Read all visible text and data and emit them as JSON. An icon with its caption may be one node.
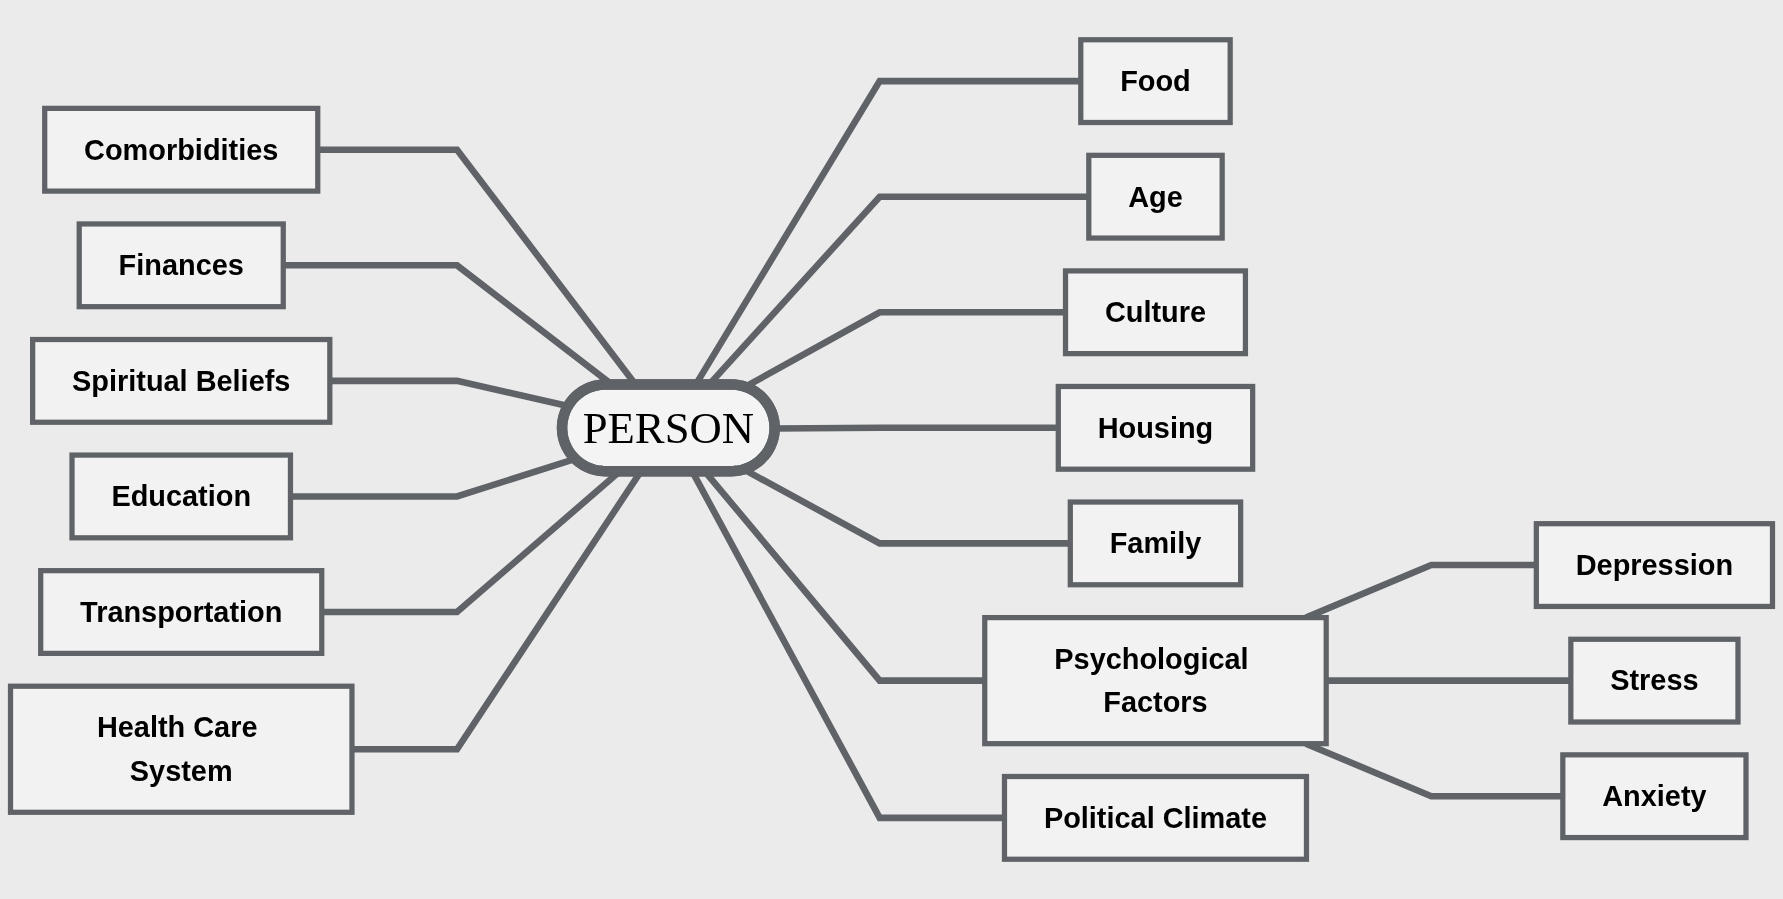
{
  "diagram": {
    "nodes": [
      {
        "text": [
          "PERSON"
        ]
      },
      {
        "text": [
          "Food"
        ]
      },
      {
        "text": [
          "Comorbidities"
        ]
      },
      {
        "text": [
          "Finances"
        ]
      },
      {
        "text": [
          "Age"
        ]
      },
      {
        "text": [
          "Culture"
        ]
      },
      {
        "text": [
          "Housing"
        ]
      },
      {
        "text": [
          "Spiritual Beliefs"
        ]
      },
      {
        "text": [
          "Family"
        ]
      },
      {
        "text": [
          "Education"
        ]
      },
      {
        "text": [
          "Depression"
        ]
      },
      {
        "text": [
          "Transportation"
        ]
      },
      {
        "text": [
          "Psychological Factors"
        ]
      },
      {
        "text": [
          "Political Climate"
        ]
      },
      {
        "text": [
          "Health Care System"
        ]
      },
      {
        "text": [
          "Stress"
        ]
      },
      {
        "text": [
          "Anxiety"
        ]
      }
    ],
    "edges": [
      {
        "from": 2,
        "to": 0,
        "arrow": "none"
      },
      {
        "from": 3,
        "to": 0,
        "arrow": "none"
      },
      {
        "from": 0,
        "to": 1,
        "arrow": "none"
      },
      {
        "from": 0,
        "to": 4,
        "arrow": "none"
      },
      {
        "from": 0,
        "to": 5,
        "arrow": "none"
      },
      {
        "from": 0,
        "to": 6,
        "arrow": "none"
      },
      {
        "from": 7,
        "to": 0,
        "arrow": "none"
      },
      {
        "from": 0,
        "to": 8,
        "arrow": "none"
      },
      {
        "from": 9,
        "to": 0,
        "arrow": "none"
      },
      {
        "from": 11,
        "to": 0,
        "arrow": "none"
      },
      {
        "from": 0,
        "to": 12,
        "arrow": "none"
      },
      {
        "from": 0,
        "to": 13,
        "arrow": "none"
      },
      {
        "from": 14,
        "to": 0,
        "arrow": "none"
      },
      {
        "from": 12,
        "to": 10,
        "arrow": "none"
      },
      {
        "from": 12,
        "to": 15,
        "arrow": "none"
      },
      {
        "from": 12,
        "to": 16,
        "arrow": "none"
      }
    ]
  }
}
